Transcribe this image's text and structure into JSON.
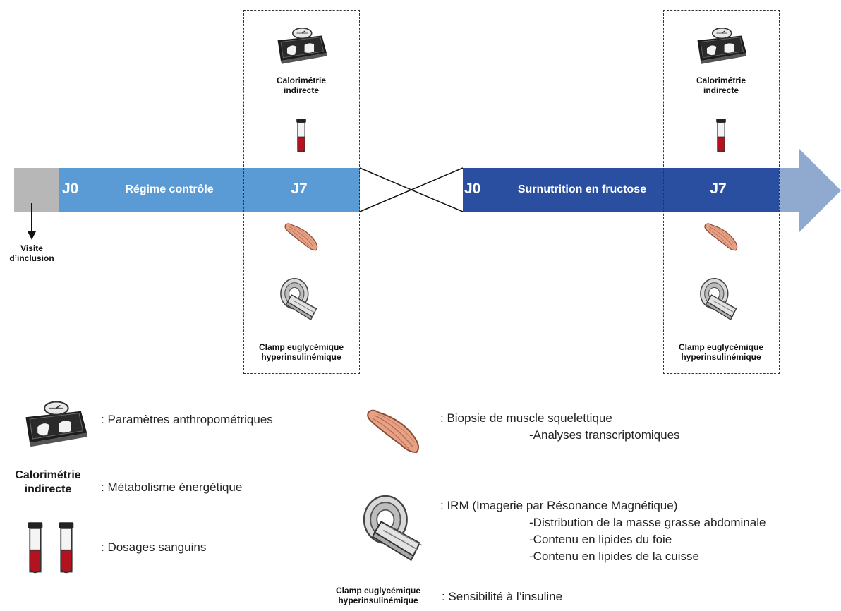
{
  "timeline": {
    "inclusion_label": "Visite\nd’inclusion",
    "phase1": {
      "start": "J0",
      "label": "Régime contrôle",
      "end": "J7"
    },
    "phase2": {
      "start": "J0",
      "label": "Surnutrition en fructose",
      "end": "J7"
    },
    "colors": {
      "inclusion": "#b7b7b7",
      "phase1": "#5b9bd5",
      "phase2": "#2b4fa0",
      "arrow_head": "#8fa9cf"
    }
  },
  "measure_box": {
    "calorimetry": "Calorimétrie\nindirecte",
    "clamp": "Clamp euglycémique\nhyperinsulinémique"
  },
  "legend": {
    "scale": ": Paramètres anthropométriques",
    "calorimetry_label": "Calorimétrie\nindirecte",
    "calorimetry": ": Métabolisme énergétique",
    "blood": ": Dosages sanguins",
    "muscle_title": ": Biopsie de muscle squelettique",
    "muscle_sub": "-Analyses transcriptomiques",
    "mri_title": ":  IRM (Imagerie par Résonance Magnétique)",
    "mri_items": [
      "-Distribution de la masse grasse abdominale",
      "-Contenu en lipides du foie",
      "-Contenu en lipides de la cuisse"
    ],
    "clamp_label": "Clamp euglycémique\nhyperinsulinémique",
    "clamp": ": Sensibilité à l’insuline"
  }
}
